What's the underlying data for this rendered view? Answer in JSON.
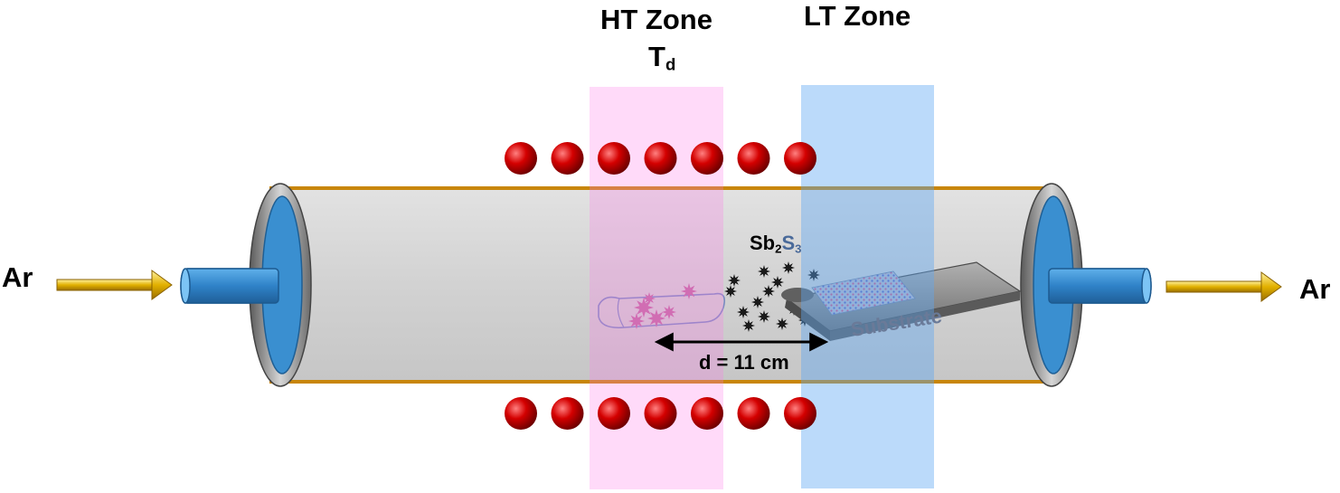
{
  "labels": {
    "ht_zone": "HT Zone",
    "ht_temp_main": "T",
    "ht_temp_sub": "d",
    "lt_zone": "LT Zone",
    "gas_in": "Ar",
    "gas_out": "Ar",
    "compound_a": "Sb",
    "compound_sub_a": "2",
    "compound_b": "S",
    "compound_sub_b": "3",
    "distance": "d = 11 cm",
    "substrate": "Substrate"
  },
  "colors": {
    "tube_body": "#d6d6d6",
    "tube_border": "#c8860a",
    "end_cap": "#3a8fd0",
    "ring": "#8c8c8c",
    "heater": "#cc0000",
    "ht_zone": "#ff80e6",
    "lt_zone": "#6fb3f5",
    "arrow": "#e8b400",
    "substrate": "#8a8a8a"
  },
  "heater_coils": {
    "top_count": 7,
    "bottom_count": 7
  },
  "particles": {
    "count": 14
  }
}
